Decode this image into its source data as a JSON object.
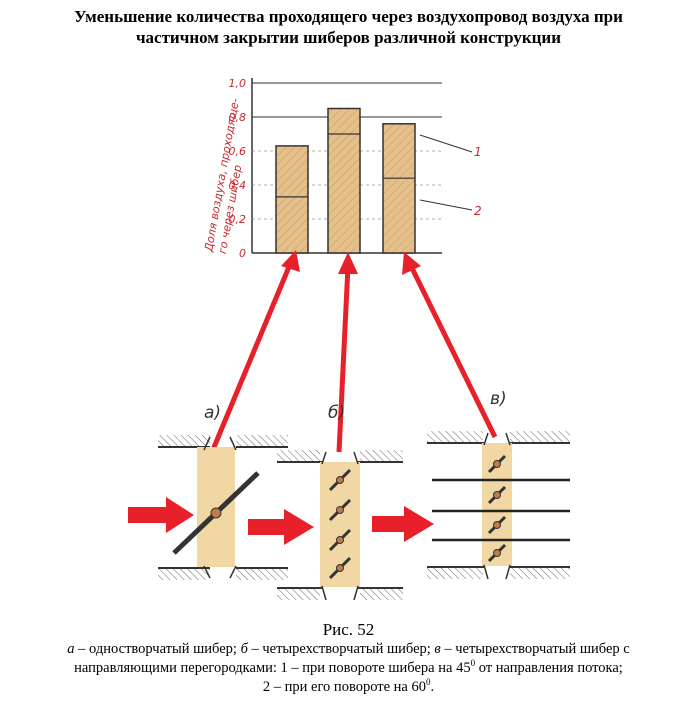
{
  "title": {
    "line1": "Уменьшение количества проходящего через воздухопровод воздуха при",
    "line2": "частичном закрытии шиберов различной конструкции"
  },
  "chart_data": {
    "type": "bar",
    "ylabel_line1": "Доля воздуха, проходяще-",
    "ylabel_line2": "го через шибер",
    "yticks": [
      "1,0",
      "0,8",
      "0,6",
      "0,4",
      "0,2",
      "0"
    ],
    "ylim": [
      0,
      1.0
    ],
    "categories": [
      "а",
      "б",
      "в"
    ],
    "series": [
      {
        "name": "1",
        "values": [
          0.63,
          0.85,
          0.76
        ]
      },
      {
        "name": "2",
        "values": [
          0.33,
          0.7,
          0.44
        ]
      }
    ],
    "grid": true
  },
  "diagram": {
    "labels": {
      "a": "а)",
      "b": "б)",
      "c": "в)"
    },
    "legend_1": "1",
    "legend_2": "2",
    "colors": {
      "arrow": "#e8202a",
      "duct": "#f1d7a4",
      "bar": "#e6c08a",
      "ink": "#222222"
    }
  },
  "caption": {
    "fig": "Рис. 52",
    "a_letter": "а",
    "a_text": " – одностворчатый шибер; ",
    "b_letter": "б",
    "b_text": " – четырехстворчатый шибер; ",
    "c_letter": "в",
    "c_text": " – четырехстворчатый шибер с",
    "line2_pre": "направляющими перегородками: 1 – при повороте шибера на 45",
    "deg1": "0",
    "line2_post": " от направления потока;",
    "line3_pre": "2 – при его повороте на 60",
    "deg2": "0",
    "line3_post": "."
  }
}
